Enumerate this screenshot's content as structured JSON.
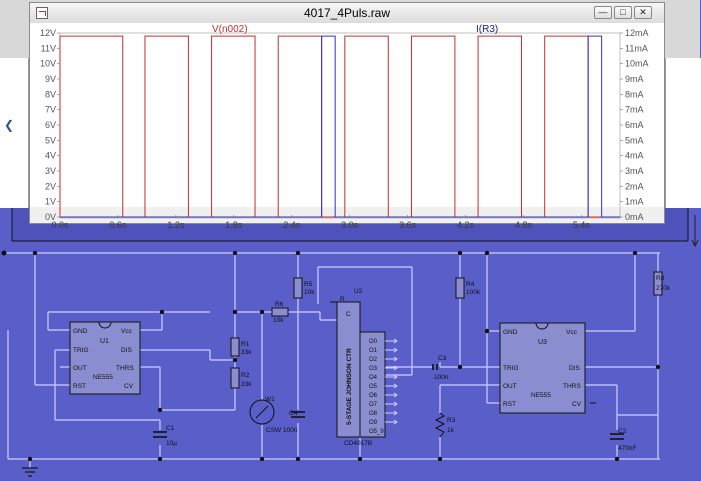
{
  "window": {
    "title": "4017_4Puls.raw",
    "minimize_glyph": "—",
    "maximize_glyph": "□",
    "close_glyph": "✕"
  },
  "toolbar": {
    "nav_icon": "chevron-left-icon",
    "nav_glyph": "❮"
  },
  "colors": {
    "voltage_trace": "#c0302e",
    "current_trace": "#3030c8",
    "voltage_label": "#c0302e",
    "current_label": "#1a1a8a",
    "schematic_bg": "#5a5ec8",
    "wire": "#cfd0ff",
    "component": "#111111",
    "ic_fill": "#8a8ed0"
  },
  "chart_data": {
    "type": "line",
    "xlabel": "",
    "xlim": [
      0,
      5.8
    ],
    "x_ticks": [
      "0.0s",
      "0.6s",
      "1.2s",
      "1.8s",
      "2.4s",
      "3.0s",
      "3.6s",
      "4.2s",
      "4.8s",
      "5.4s"
    ],
    "y_left_ticks": [
      "0V",
      "1V",
      "2V",
      "3V",
      "4V",
      "5V",
      "6V",
      "7V",
      "8V",
      "9V",
      "10V",
      "11V",
      "12V"
    ],
    "y_left_lim": [
      0,
      12
    ],
    "y_right_ticks": [
      "0mA",
      "1mA",
      "2mA",
      "3mA",
      "4mA",
      "5mA",
      "6mA",
      "7mA",
      "8mA",
      "9mA",
      "10mA",
      "11mA",
      "12mA"
    ],
    "y_right_lim": [
      0,
      12
    ],
    "series": [
      {
        "name": "V(n002)",
        "axis": "left",
        "unit": "V",
        "pulses": [
          [
            0.0,
            0.65
          ],
          [
            0.88,
            1.33
          ],
          [
            1.57,
            2.02
          ],
          [
            2.26,
            2.71
          ],
          [
            2.95,
            3.4
          ],
          [
            3.64,
            4.09
          ],
          [
            4.33,
            4.78
          ],
          [
            5.02,
            5.47
          ]
        ],
        "high": 11.8,
        "low": 0.0
      },
      {
        "name": "I(R3)",
        "axis": "right",
        "unit": "mA",
        "pulses": [
          [
            2.71,
            2.85
          ],
          [
            5.47,
            5.61
          ]
        ],
        "high": 11.8,
        "low": 0.0
      }
    ]
  },
  "schematic": {
    "labels": {
      "u1": "U1",
      "u1_model": "NE555",
      "u1_gnd": "GND",
      "u1_vcc": "Vcc",
      "u1_trig": "TRIG",
      "u1_dis": "DIS",
      "u1_out": "OUT",
      "u1_thrs": "THRS",
      "u1_rst": "RST",
      "u1_cv": "CV",
      "r1": "R1",
      "r1_val": "33k",
      "r2": "R2",
      "r2_val": "33k",
      "c1": "C1",
      "c1_val": "10µ",
      "r5": "R5",
      "r5_val": "10k",
      "r6": "R6",
      "r6_val": "10k",
      "w1": "W1",
      "w1_val": "CSW 100n",
      "c4": "C4",
      "u2": "U2",
      "u2_r": "R",
      "u2_c": "C",
      "u2_model": "CD4017B",
      "u2_title": "5-STAGE JOHNSON CTR",
      "u2_outputs": [
        "O0",
        "O1",
        "O2",
        "O3",
        "O4",
        "O5",
        "O6",
        "O7",
        "O8",
        "O9",
        "O5_9"
      ],
      "c3": "C3",
      "c3_val": "100n",
      "r4": "R4",
      "r4_val": "100k",
      "r3": "R3",
      "r3_val": "1k",
      "u3": "U3",
      "u3_model": "NE555",
      "u3_gnd": "GND",
      "u3_vcc": "Vcc",
      "u3_trig": "TRIG",
      "u3_dis": "DIS",
      "u3_out": "OUT",
      "u3_thrs": "THRS",
      "u3_rst": "RST",
      "u3_cv": "CV",
      "c2": "C2",
      "c2_val": "470nF",
      "r8": "R8",
      "r8_val": "270k"
    }
  }
}
